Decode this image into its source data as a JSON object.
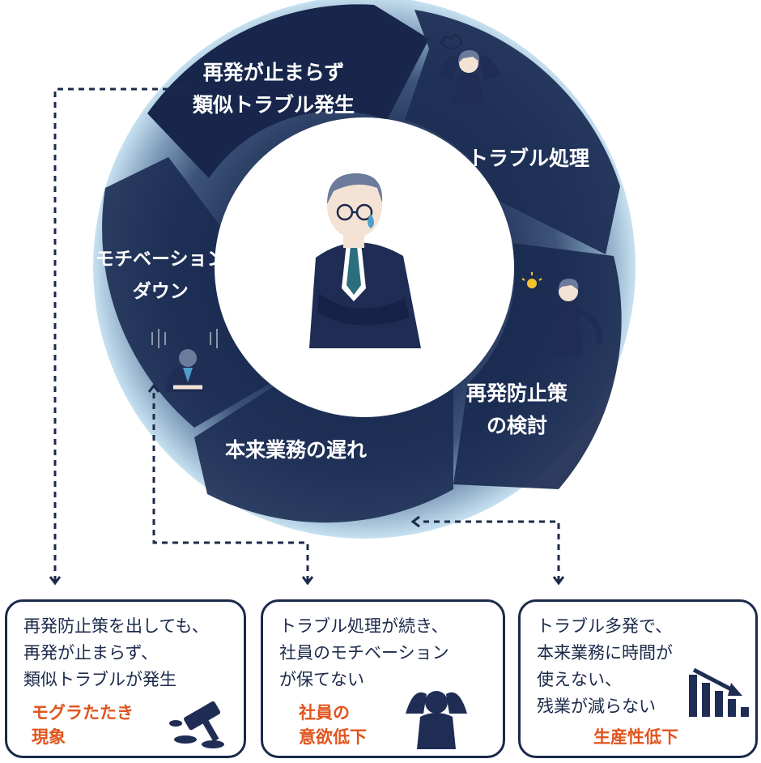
{
  "cycle": {
    "segments": [
      {
        "lines": [
          "再発が止まらず",
          "類似トラブル発生"
        ]
      },
      {
        "lines": [
          "トラブル処理"
        ]
      },
      {
        "lines": [
          "再発防止策",
          "の検討"
        ]
      },
      {
        "lines": [
          "本来業務の遅れ"
        ]
      },
      {
        "lines": [
          "モチベーション",
          "ダウン"
        ]
      }
    ]
  },
  "cards": [
    {
      "lines": [
        "再発防止策を出しても、",
        "再発が止まらず、",
        "類似トラブルが発生"
      ],
      "tag_lines": [
        "モグラたたき",
        "現象"
      ],
      "icon": "mole-whack-icon"
    },
    {
      "lines": [
        "トラブル処理が続き、",
        "社員のモチベーション",
        "が保てない"
      ],
      "tag_lines": [
        "社員の",
        "意欲低下"
      ],
      "icon": "stressed-person-icon"
    },
    {
      "lines": [
        "トラブル多発で、",
        "本来業務に時間が",
        "使えない、",
        "残業が減らない"
      ],
      "tag_lines": [
        "生産性低下"
      ],
      "icon": "declining-bar-chart-icon"
    }
  ],
  "colors": {
    "navy": "#1b2a4a",
    "ring_dark": "#1c2c52",
    "ring_light": "#c9e6f6",
    "accent_orange": "#e2541d",
    "tie_teal": "#2b6f7e"
  }
}
